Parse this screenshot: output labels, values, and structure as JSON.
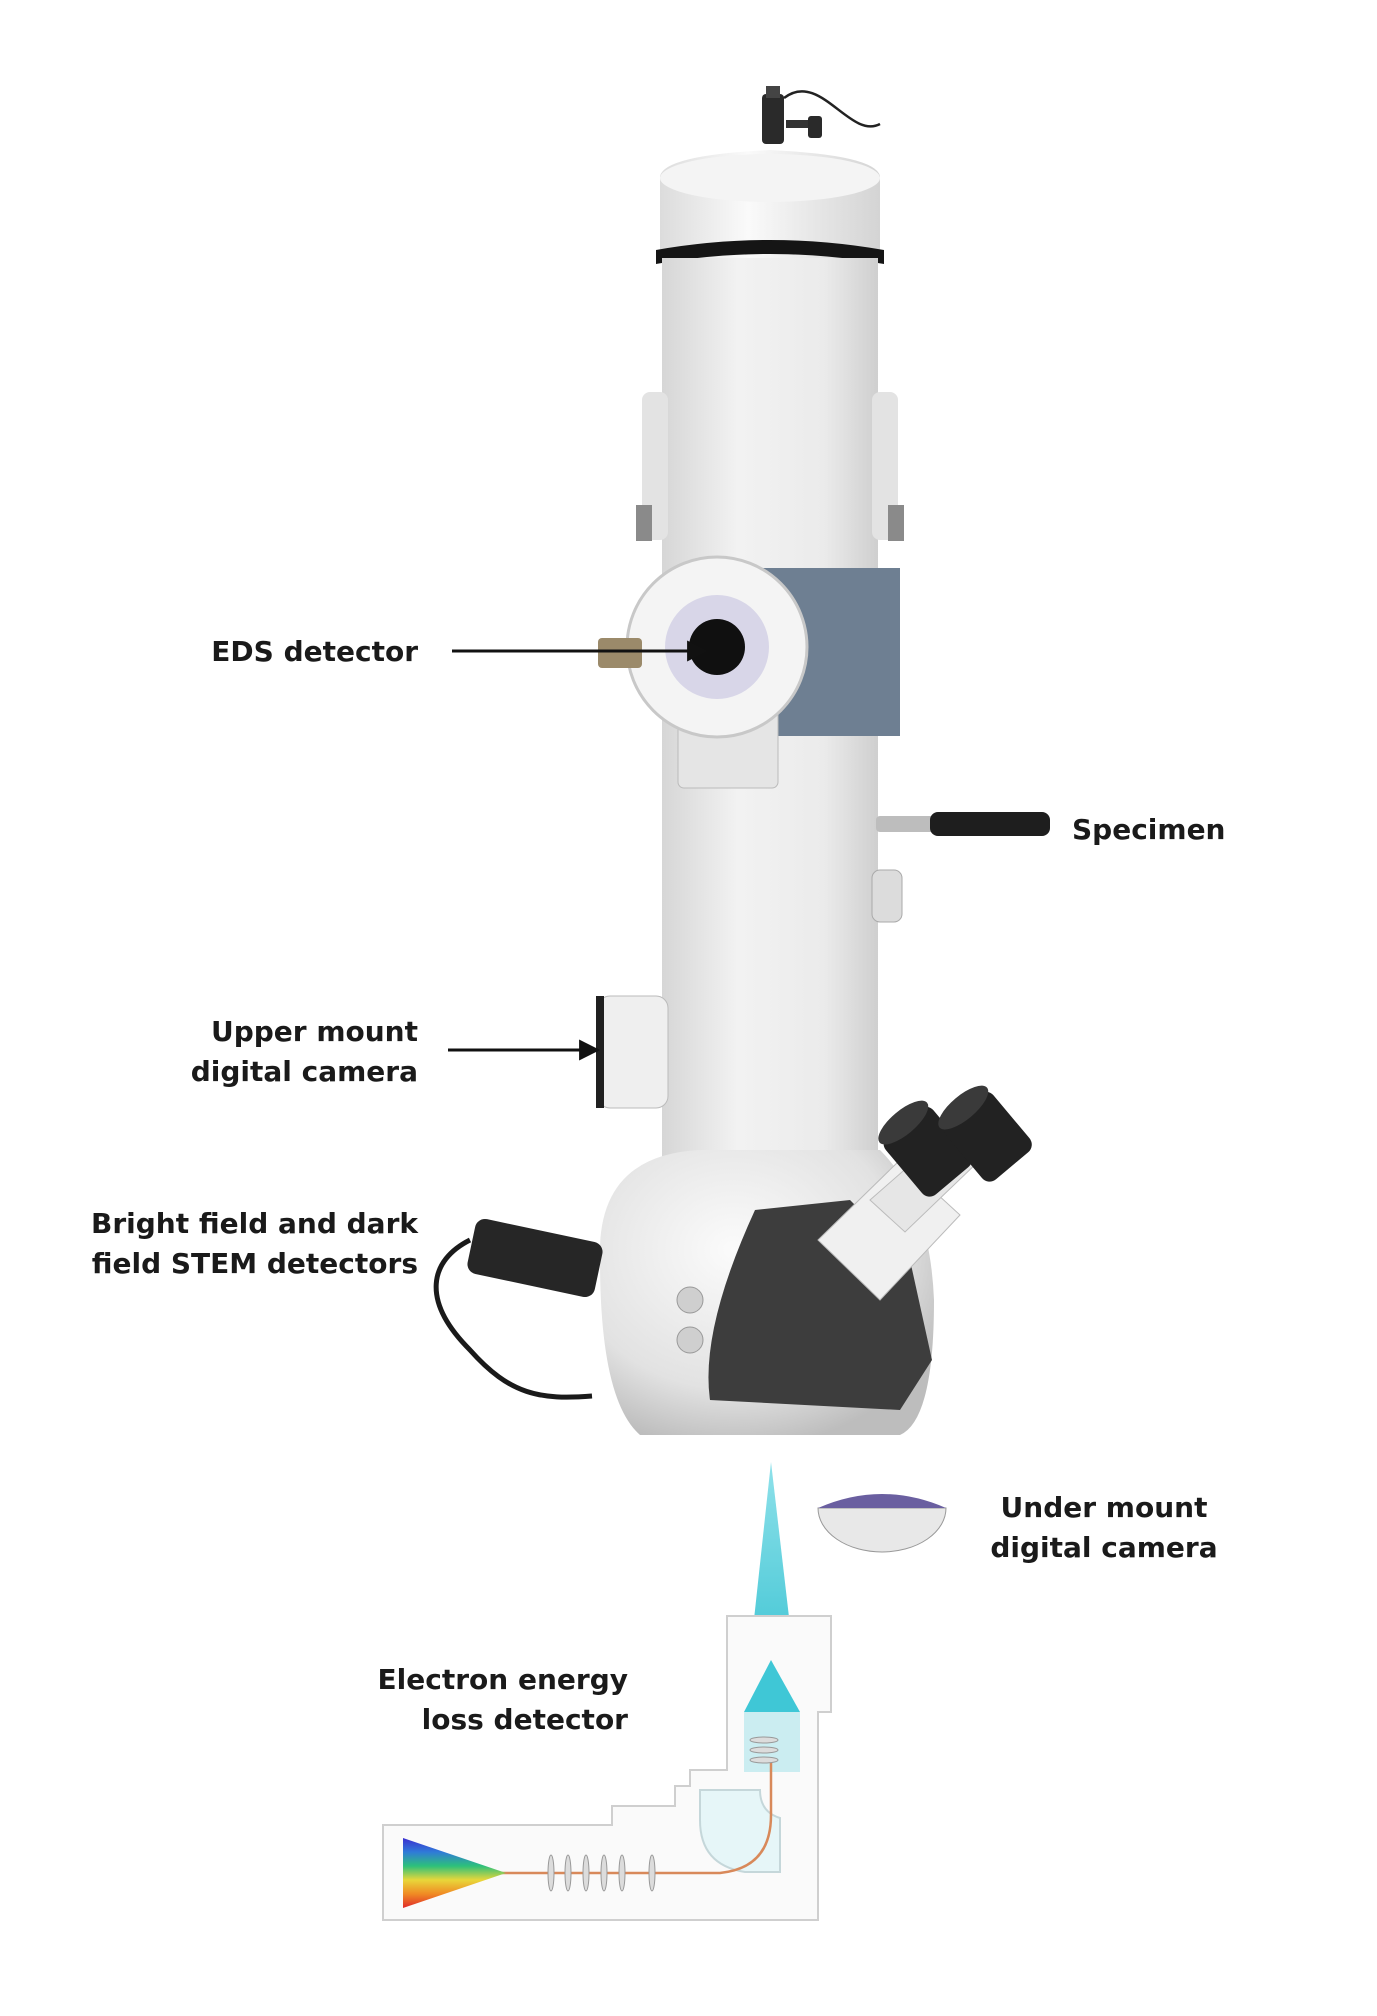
{
  "labels": {
    "eds": [
      "EDS detector"
    ],
    "specimen": [
      "Specimen"
    ],
    "upper_camera": [
      "Upper mount",
      "digital camera"
    ],
    "stem": [
      "Bright field and dark",
      "field STEM detectors"
    ],
    "under_camera": [
      "Under mount",
      "digital camera"
    ],
    "eels": [
      "Electron energy",
      "loss detector"
    ]
  },
  "colors": {
    "column": "#e9e9e9",
    "beam": "#3fc7d6",
    "dark_panel": "#3d3d3d",
    "steel_panel": "#6e7f92",
    "camera_sensor": "#6a5fa0"
  },
  "icons": [
    "webcam-icon",
    "eyepiece-icon",
    "arrow-icon",
    "rainbow-spectrum-icon"
  ]
}
